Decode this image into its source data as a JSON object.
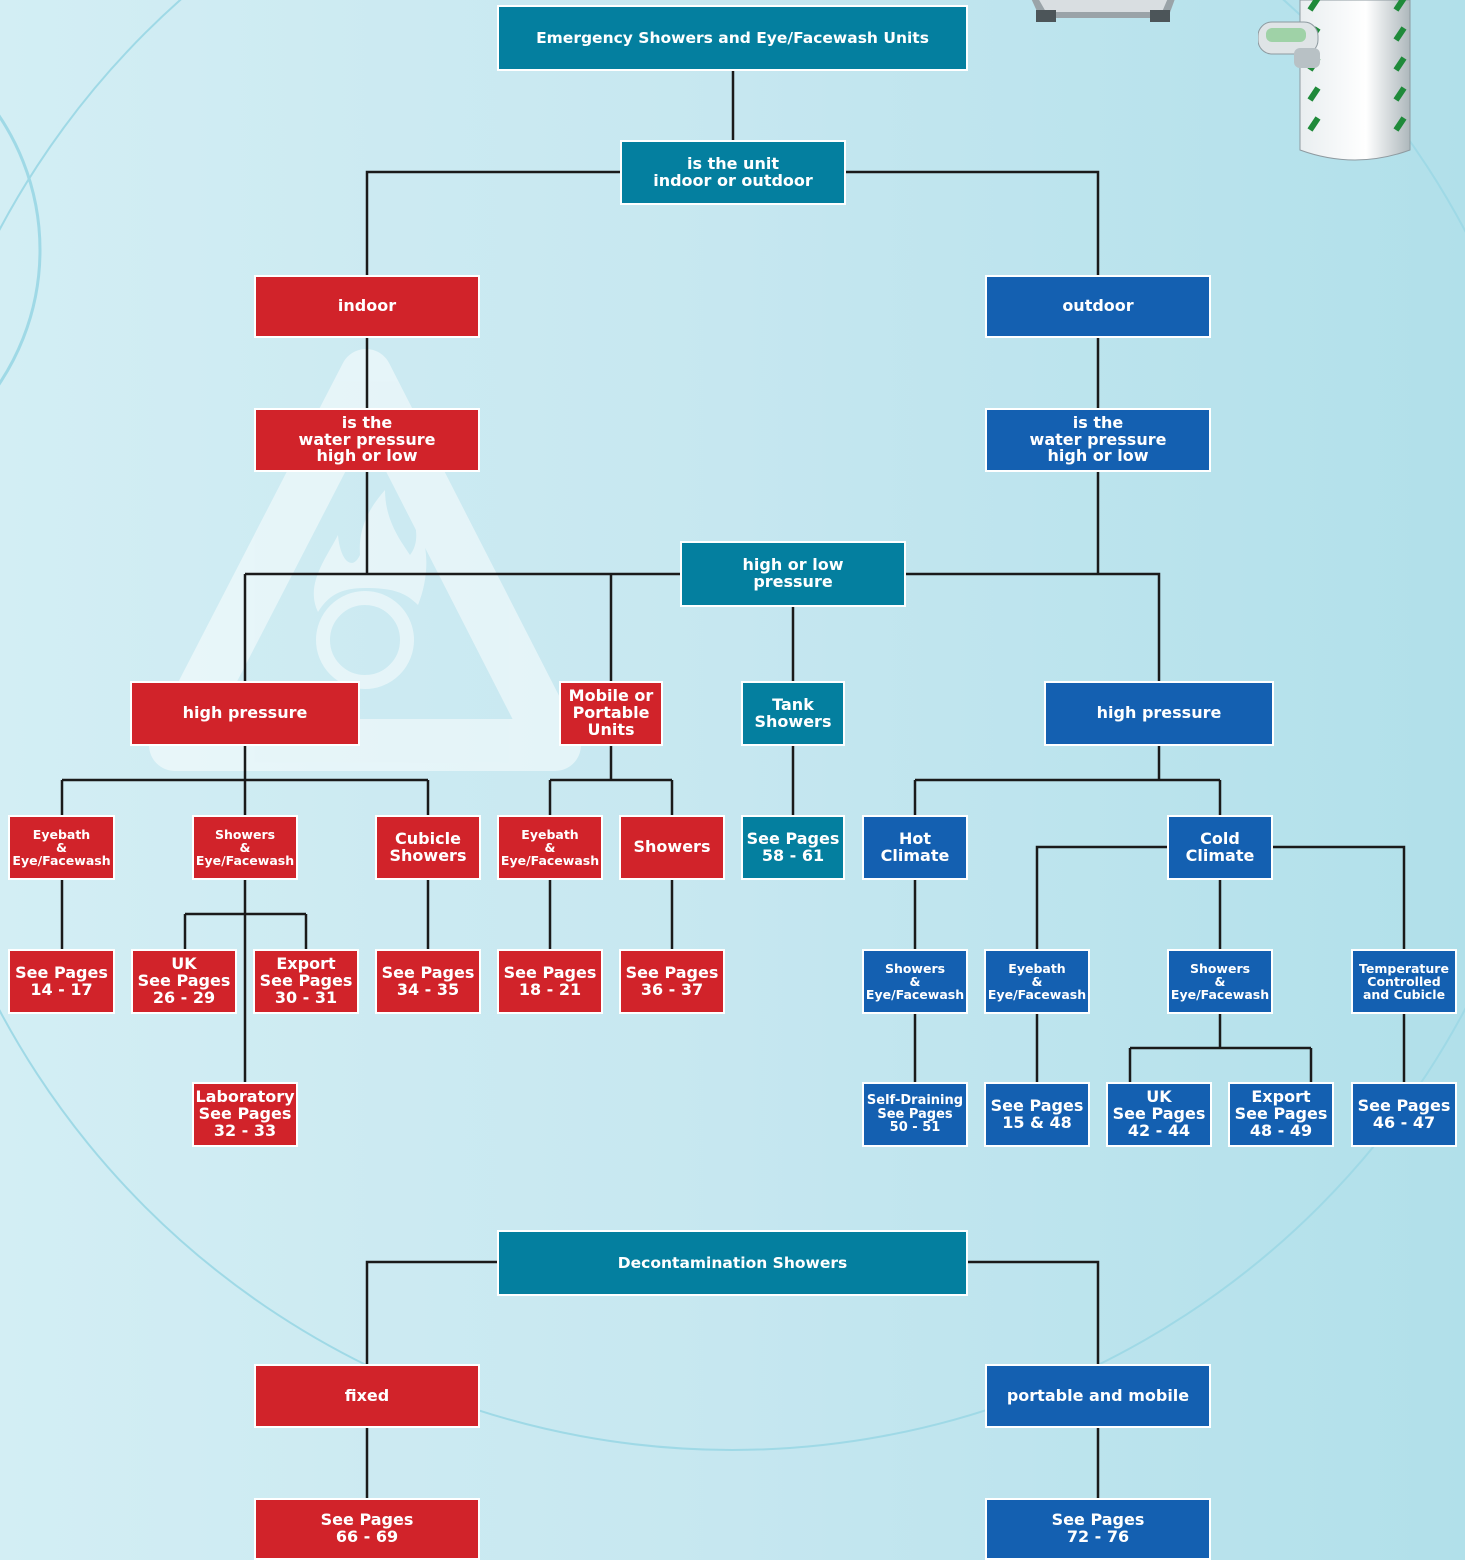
{
  "colors": {
    "red": "#d1232a",
    "blue": "#1460b1",
    "teal": "#047f9f",
    "connector": "#1a1a1a",
    "background": "#c6e7f0"
  },
  "decorations": {
    "watermark": "oxidizer-hazard-triangle-icon",
    "photo_1": "shower-unit-photo",
    "photo_2": "eyewash-pillar-photo"
  },
  "emergency": {
    "title": "Emergency Showers and Eye/Facewash Units",
    "question": [
      "is the unit",
      "indoor or outdoor"
    ],
    "indoor": {
      "label": "indoor",
      "question": [
        "is the",
        "water pressure",
        "high or low"
      ],
      "high_pressure": {
        "label": "high pressure",
        "eyebath": {
          "label": [
            "Eyebath",
            "&",
            "Eye/Facewash"
          ],
          "pages": [
            "See Pages",
            "14 - 17"
          ]
        },
        "showers": {
          "label": [
            "Showers",
            "&",
            "Eye/Facewash"
          ],
          "uk": [
            "UK",
            "See Pages",
            "26 - 29"
          ],
          "export": [
            "Export",
            "See Pages",
            "30 - 31"
          ],
          "laboratory": [
            "Laboratory",
            "See Pages",
            "32 - 33"
          ]
        },
        "cubicle": {
          "label": [
            "Cubicle",
            "Showers"
          ],
          "pages": [
            "See Pages",
            "34 - 35"
          ]
        }
      },
      "mobile": {
        "label": [
          "Mobile or",
          "Portable",
          "Units"
        ],
        "eyebath": {
          "label": [
            "Eyebath",
            "&",
            "Eye/Facewash"
          ],
          "pages": [
            "See Pages",
            "18 - 21"
          ]
        },
        "showers": {
          "label": "Showers",
          "pages": [
            "See Pages",
            "36 - 37"
          ]
        }
      }
    },
    "shared": {
      "label": [
        "high or low",
        "pressure"
      ],
      "tank": {
        "label": [
          "Tank",
          "Showers"
        ],
        "pages": [
          "See Pages",
          "58 - 61"
        ]
      }
    },
    "outdoor": {
      "label": "outdoor",
      "question": [
        "is the",
        "water pressure",
        "high or low"
      ],
      "high_pressure": {
        "label": "high pressure",
        "hot": {
          "label": [
            "Hot",
            "Climate"
          ],
          "showers": [
            "Showers",
            "&",
            "Eye/Facewash"
          ],
          "pages": [
            "Self-Draining",
            "See Pages",
            "50 - 51"
          ]
        },
        "cold": {
          "label": [
            "Cold",
            "Climate"
          ],
          "eyebath": {
            "label": [
              "Eyebath",
              "&",
              "Eye/Facewash"
            ],
            "pages": [
              "See Pages",
              "15 & 48"
            ]
          },
          "showers": {
            "label": [
              "Showers",
              "&",
              "Eye/Facewash"
            ],
            "uk": [
              "UK",
              "See Pages",
              "42 - 44"
            ],
            "export": [
              "Export",
              "See Pages",
              "48 - 49"
            ]
          },
          "temperature": {
            "label": [
              "Temperature",
              "Controlled",
              "and Cubicle"
            ],
            "pages": [
              "See Pages",
              "46 - 47"
            ]
          }
        }
      }
    }
  },
  "decontamination": {
    "title": "Decontamination Showers",
    "fixed": {
      "label": "fixed",
      "pages": [
        "See Pages",
        "66 - 69"
      ]
    },
    "portable": {
      "label": "portable and mobile",
      "pages": [
        "See Pages",
        "72 - 76"
      ]
    }
  }
}
